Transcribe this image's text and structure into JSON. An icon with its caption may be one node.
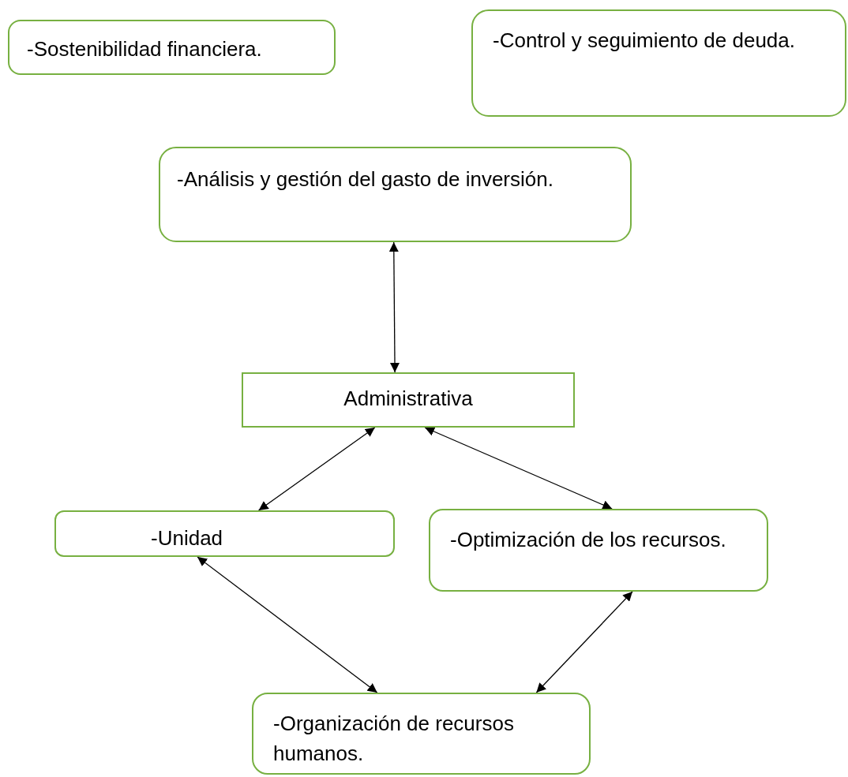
{
  "diagram": {
    "nodes": [
      {
        "text": [
          "-Sostenibilidad financiera."
        ]
      },
      {
        "text": [
          "-Control y seguimiento de deuda."
        ]
      },
      {
        "text": [
          "-Análisis y gestión del gasto de inversión."
        ]
      },
      {
        "text": [
          "Administrativa"
        ]
      },
      {
        "text": [
          "-Unidad"
        ]
      },
      {
        "text": [
          "-Optimización de los recursos."
        ]
      },
      {
        "text": [
          "-Organización de recursos humanos."
        ]
      }
    ],
    "edges": [
      {
        "from": 2,
        "to": 3,
        "arrow": "both"
      },
      {
        "from": 3,
        "to": 4,
        "arrow": "both"
      },
      {
        "from": 3,
        "to": 5,
        "arrow": "both"
      },
      {
        "from": 4,
        "to": 6,
        "arrow": "both"
      },
      {
        "from": 5,
        "to": 6,
        "arrow": "both"
      }
    ]
  }
}
